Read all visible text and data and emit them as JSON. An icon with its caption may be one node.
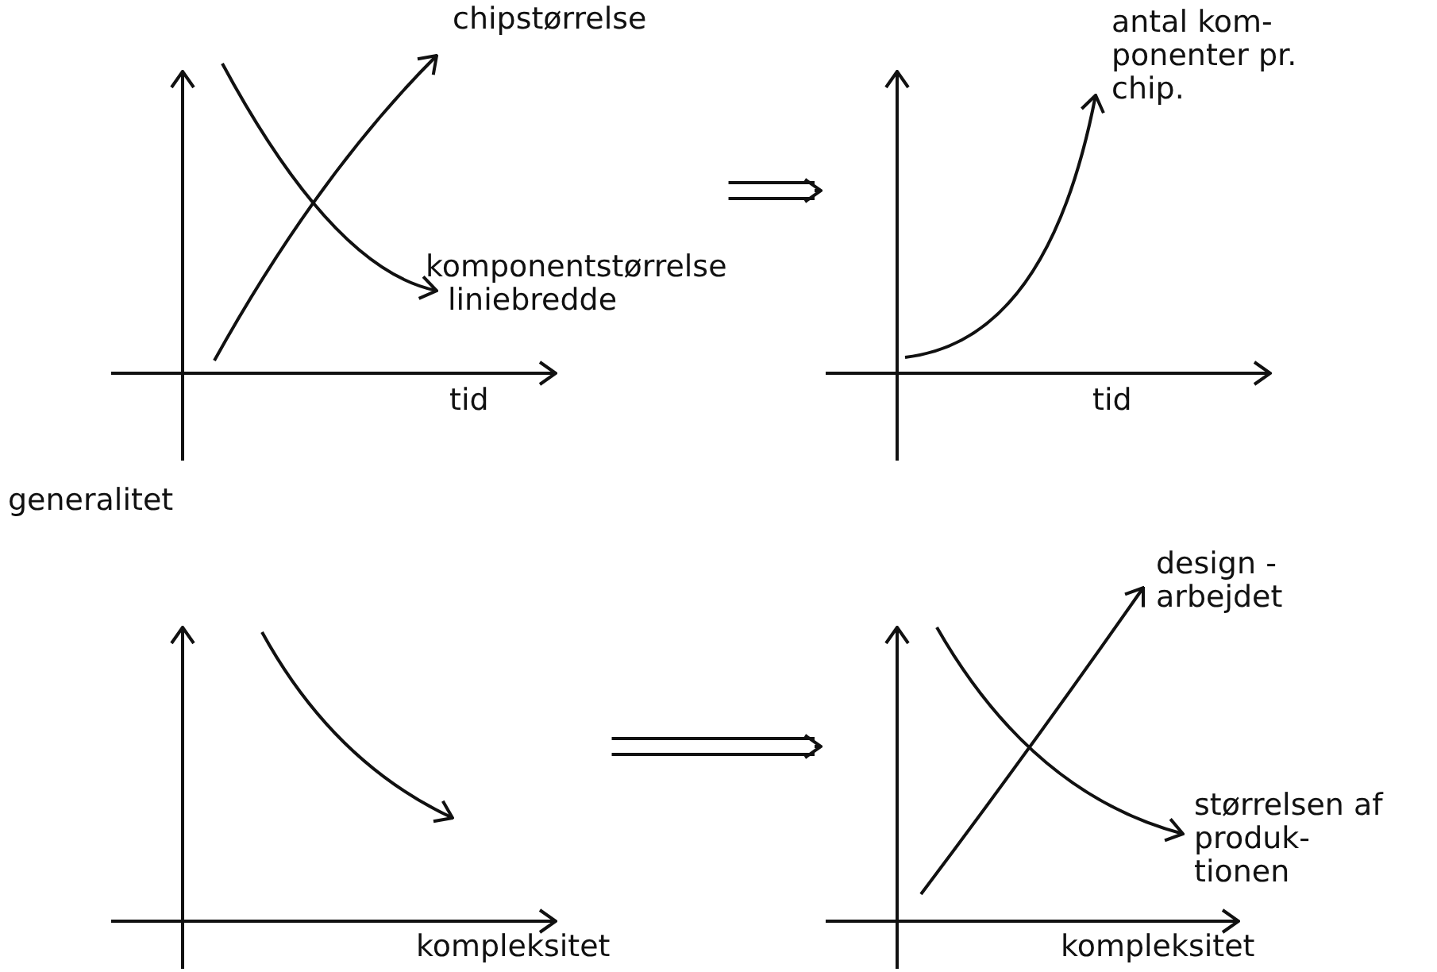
{
  "diagram": {
    "nodes": [
      {
        "text": [
          "chipstørrelse",
          "komponentstørrelse",
          "liniebredde",
          "tid"
        ]
      },
      {
        "text": [
          "antal kom- ponenter pr. chip.",
          "tid"
        ]
      },
      {
        "text": [
          "generalitet",
          "kompleksitet"
        ]
      },
      {
        "text": [
          "design - arbejdet",
          "størrelsen af produk- tionen",
          "kompleksitet"
        ]
      }
    ],
    "edges": [
      {
        "from": 0,
        "to": 1,
        "arrow": "to"
      },
      {
        "from": 2,
        "to": 3,
        "arrow": "to"
      }
    ]
  }
}
